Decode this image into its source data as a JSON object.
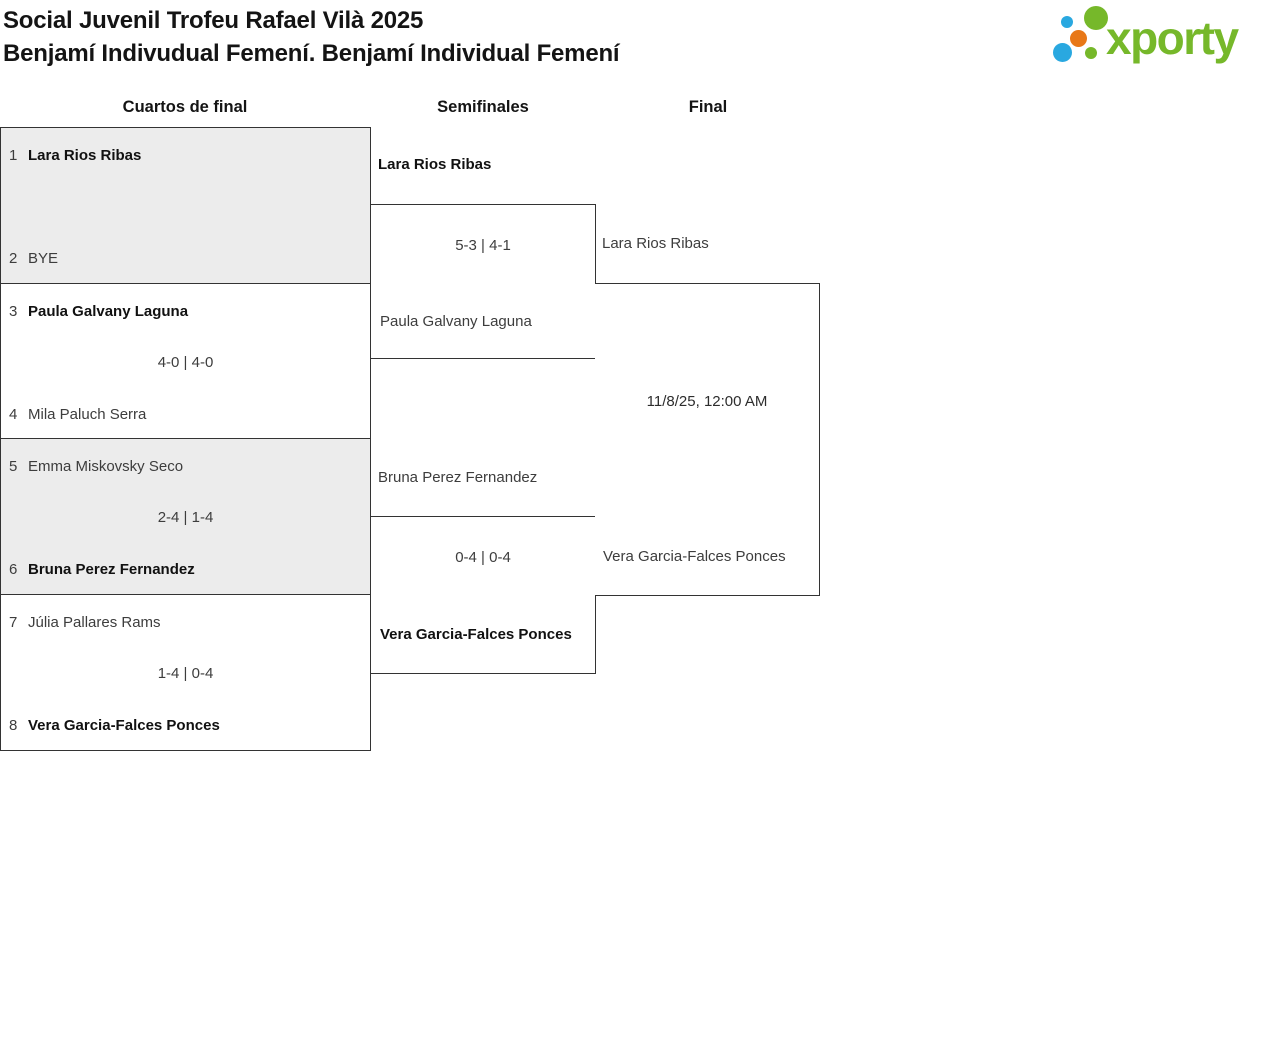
{
  "header": {
    "title_line1": "Social Juvenil Trofeu Rafael Vilà 2025",
    "title_line2": "Benjamí Indivudual Femení. Benjamí Individual Femení"
  },
  "logo": {
    "text": "xporty",
    "colors": {
      "green": "#76b82a",
      "blue": "#29a8e0",
      "orange": "#e87817"
    }
  },
  "rounds": [
    {
      "label": "Cuartos de final"
    },
    {
      "label": "Semifinales"
    },
    {
      "label": "Final"
    }
  ],
  "bracket": {
    "quarterfinals": [
      {
        "top": {
          "seed": "1",
          "name": "Lara Rios Ribas",
          "winner": true
        },
        "score": "",
        "bottom": {
          "seed": "2",
          "name": "BYE",
          "winner": false
        }
      },
      {
        "top": {
          "seed": "3",
          "name": "Paula Galvany Laguna",
          "winner": true
        },
        "score": "4-0 | 4-0",
        "bottom": {
          "seed": "4",
          "name": "Mila Paluch Serra",
          "winner": false
        }
      },
      {
        "top": {
          "seed": "5",
          "name": "Emma Miskovsky Seco",
          "winner": false
        },
        "score": "2-4 | 1-4",
        "bottom": {
          "seed": "6",
          "name": "Bruna Perez Fernandez",
          "winner": true
        }
      },
      {
        "top": {
          "seed": "7",
          "name": "Júlia Pallares Rams",
          "winner": false
        },
        "score": "1-4 | 0-4",
        "bottom": {
          "seed": "8",
          "name": "Vera Garcia-Falces Ponces",
          "winner": true
        }
      }
    ],
    "semifinals": [
      {
        "top": {
          "name": "Lara Rios Ribas",
          "winner": true
        },
        "score": "5-3 | 4-1",
        "bottom": {
          "name": "Paula Galvany Laguna",
          "winner": false
        }
      },
      {
        "top": {
          "name": "Bruna Perez Fernandez",
          "winner": false
        },
        "score": "0-4 | 0-4",
        "bottom": {
          "name": "Vera Garcia-Falces Ponces",
          "winner": true
        }
      }
    ],
    "final": {
      "top": {
        "name": "Lara Rios Ribas",
        "winner": false
      },
      "schedule": "11/8/25, 12:00 AM",
      "bottom": {
        "name": "Vera Garcia-Falces Ponces",
        "winner": false
      }
    }
  }
}
